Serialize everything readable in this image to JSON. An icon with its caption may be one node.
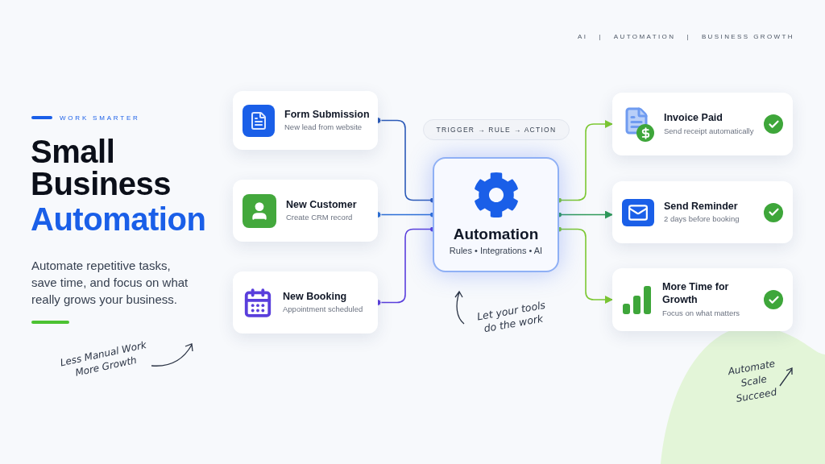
{
  "diagram": {
    "nodes": [
      {
        "text": [
          "Form Submission",
          "New lead from website"
        ]
      },
      {
        "text": [
          "New Customer",
          "Create CRM record"
        ]
      },
      {
        "text": [
          "New Booking",
          "Appointment scheduled"
        ]
      },
      {
        "text": [
          "Automation",
          "Rules • Integrations • AI"
        ]
      },
      {
        "text": [
          "Invoice Paid",
          "Send receipt automatically"
        ]
      },
      {
        "text": [
          "Send Reminder",
          "2 days before booking"
        ]
      },
      {
        "text": [
          "More Time for Growth",
          "Focus on what matters"
        ]
      }
    ],
    "edges": [
      {
        "from": 0,
        "to": 3,
        "arrow": "other",
        "color": "#2c5bb8"
      },
      {
        "from": 1,
        "to": 3,
        "arrow": "other",
        "color": "#2c6fd6"
      },
      {
        "from": 2,
        "to": 3,
        "arrow": "other",
        "color": "#5a3fdc"
      },
      {
        "from": 3,
        "to": 4,
        "arrow": "to"
      },
      {
        "from": 3,
        "to": 5,
        "arrow": "to",
        "color": "#2f9a5a"
      },
      {
        "from": 3,
        "to": 6,
        "arrow": "to"
      }
    ],
    "labels": [
      "AI",
      "|",
      "AUTOMATION",
      "|",
      "BUSINESS GROWTH",
      "WORK SMARTER",
      "Small Business",
      "Automation",
      "Automate repetitive tasks, save time, and focus on what really grows your business.",
      "TRIGGER → RULE → ACTION",
      "Less Manual Work More Growth",
      "Let your tools do the work",
      "Automate Scale Succeed"
    ]
  }
}
